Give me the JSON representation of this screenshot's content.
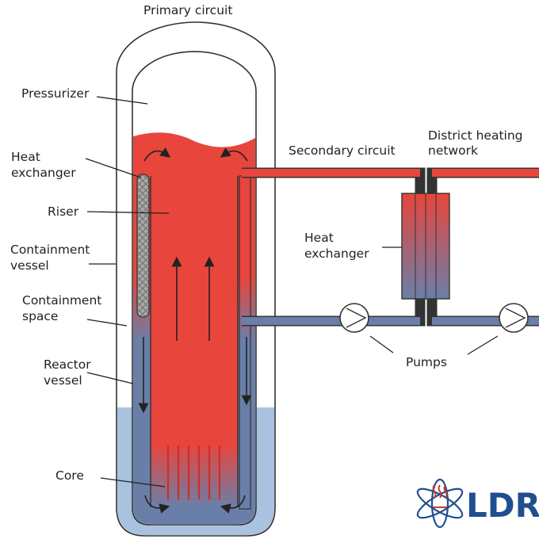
{
  "labels": {
    "primary_circuit": "Primary circuit",
    "pressurizer": "Pressurizer",
    "heat_exchanger_left_1": "Heat",
    "heat_exchanger_left_2": "exchanger",
    "riser": "Riser",
    "containment_vessel_1": "Containment",
    "containment_vessel_2": "vessel",
    "containment_space_1": "Containment",
    "containment_space_2": "space",
    "reactor_vessel_1": "Reactor",
    "reactor_vessel_2": "vessel",
    "core": "Core",
    "secondary_circuit": "Secondary circuit",
    "district_heating_1": "District heating",
    "district_heating_2": "network",
    "heat_exchanger_right_1": "Heat",
    "heat_exchanger_right_2": "exchanger",
    "pumps": "Pumps"
  },
  "logo": {
    "text": "LDR"
  },
  "colors": {
    "hot": "#e8453c",
    "cold": "#6a7fa8",
    "pool_water": "#a9c2e0",
    "outline": "#333333",
    "heat_exchanger_fill": "#a8a8a8",
    "logo_blue": "#1f4f8f",
    "logo_red": "#c83a2e"
  }
}
